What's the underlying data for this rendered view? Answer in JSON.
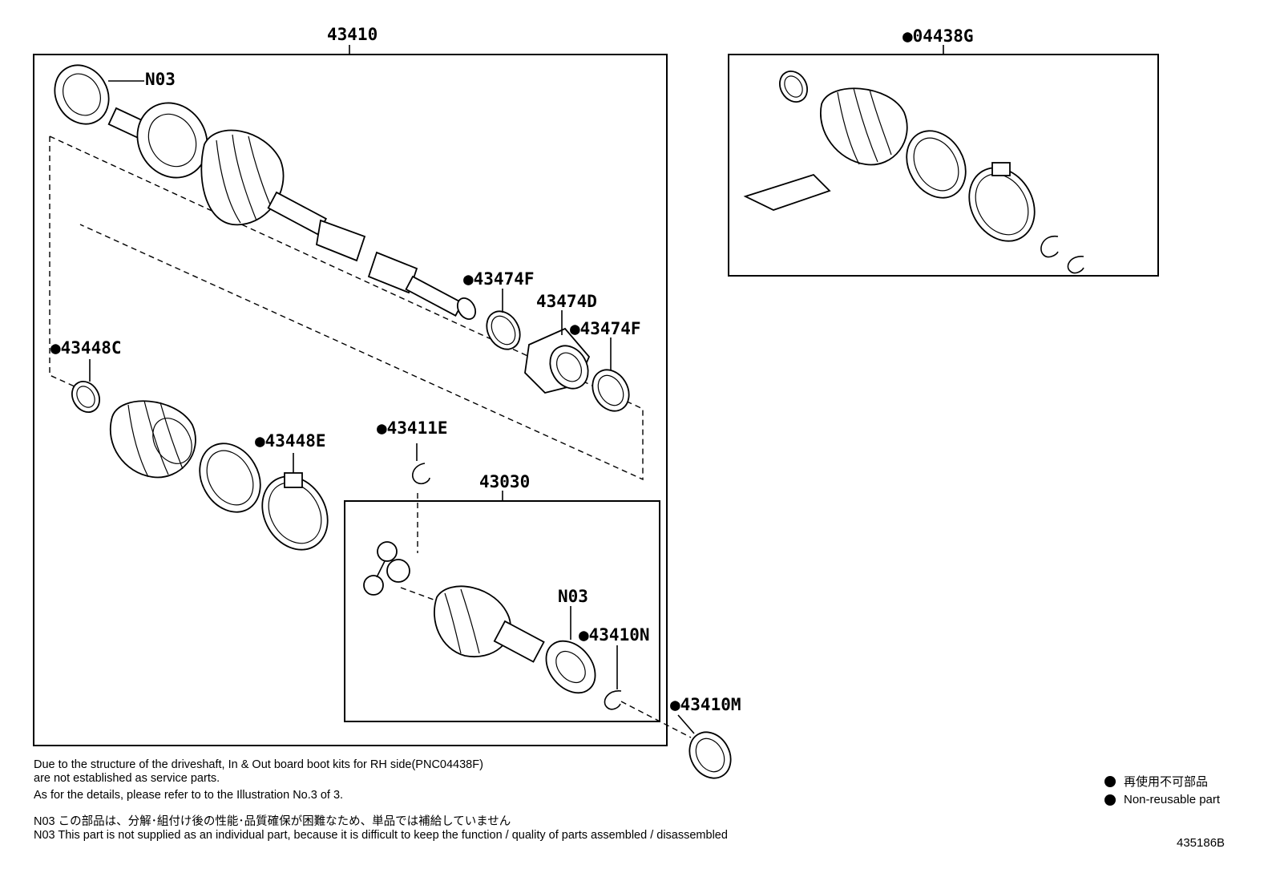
{
  "labels": {
    "main_assembly": "43410",
    "boot_kit": "●04438G",
    "n03_top": "N03",
    "clamp_f1": "●43474F",
    "damper": "43474D",
    "clamp_f2": "●43474F",
    "ring_c": "●43448C",
    "clamp_e": "●43448E",
    "snap_e": "●43411E",
    "inboard_joint": "43030",
    "n03_inner": "N03",
    "snap_n": "●43410N",
    "seal_m": "●43410M"
  },
  "notes": {
    "line1": "Due to the structure of the driveshaft, In & Out board  boot kits for RH side(PNC04438F)",
    "line2": "are not established as service parts.",
    "line3": "As for the details, please refer to to the Illustration No.3 of 3.",
    "line4": "N03 この部品は、分解･組付け後の性能･品質確保が困難なため、単品では補給していません",
    "line5": "N03 This part is not supplied as an individual part, because it is difficult to keep the function / quality of parts assembled / disassembled"
  },
  "legend": {
    "jp": "再使用不可部品",
    "en": "Non-reusable part"
  },
  "illustration_number": "435186B"
}
